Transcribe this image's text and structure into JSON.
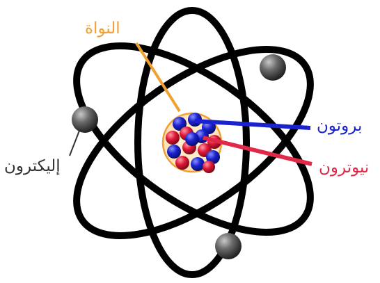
{
  "labels": {
    "nucleus": "النواة",
    "proton": "بروتون",
    "neutron": "نيوترون",
    "electron": "إليكترون"
  },
  "colors": {
    "nucleus": "#f0a030",
    "proton": "#1a22d0",
    "neutron": "#e02848",
    "electron": "#333333",
    "orbit": "#000000",
    "electron_ball": "#555555"
  }
}
